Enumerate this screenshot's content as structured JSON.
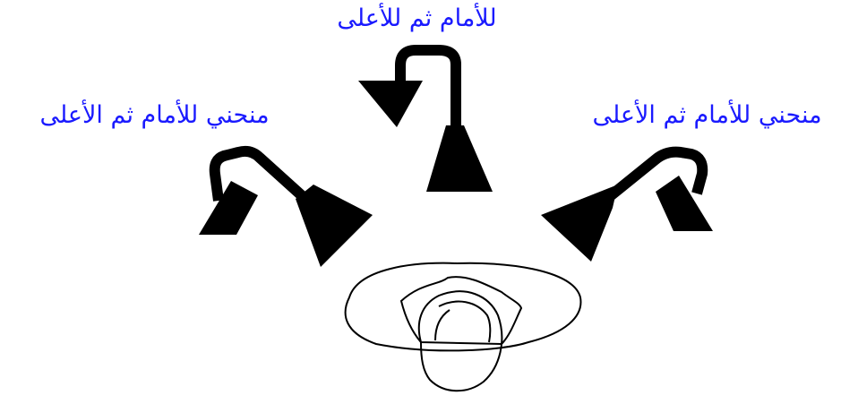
{
  "labels": {
    "top": "للأمام ثم للأعلى",
    "left": "منحني للأمام ثم الأعلى",
    "right": "منحني للأمام ثم الأعلى"
  },
  "colors": {
    "label_text": "#1a1aff",
    "arrow_fill": "#000000",
    "background": "#ffffff"
  },
  "icons": {
    "arrows": "curved-arrow-icon",
    "figure": "person-top-view-icon"
  }
}
